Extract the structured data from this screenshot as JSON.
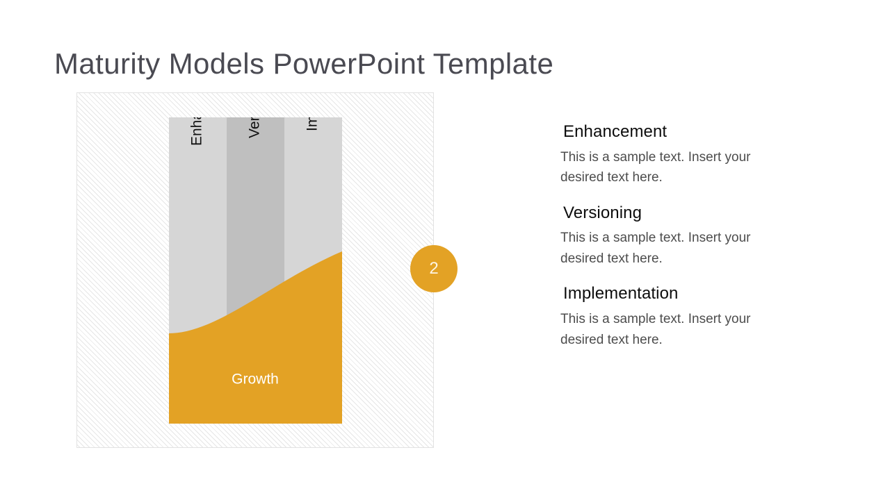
{
  "slide": {
    "title": "Maturity Models PowerPoint Template"
  },
  "diagram": {
    "panel_name": "maturity-model-diagram",
    "growth_label": "Growth",
    "stages": [
      {
        "label": "Enhancement",
        "column_color": "#d6d6d6"
      },
      {
        "label": "Versioning",
        "column_color": "#bfbfbf"
      },
      {
        "label": "Implementation",
        "column_color": "#d6d6d6"
      }
    ],
    "curve_color": "#e3a225",
    "badge": {
      "number": "2",
      "background": "#e3a225",
      "text_color": "#fdf4e3"
    }
  },
  "content": {
    "items": [
      {
        "heading": "Enhancement",
        "body": "This is a sample text. Insert your desired text here."
      },
      {
        "heading": "Versioning",
        "body": "This is a sample text. Insert your desired text here."
      },
      {
        "heading": "Implementation",
        "body": "This is a sample text. Insert your desired text here."
      }
    ]
  },
  "theme": {
    "accent": "#e3a225",
    "title_color": "#4a4a52",
    "heading_color": "#0d0d0d",
    "body_color": "#4d4d4d",
    "column_light": "#d6d6d6",
    "column_medium": "#bfbfbf",
    "panel_border": "#e2e2e2"
  }
}
